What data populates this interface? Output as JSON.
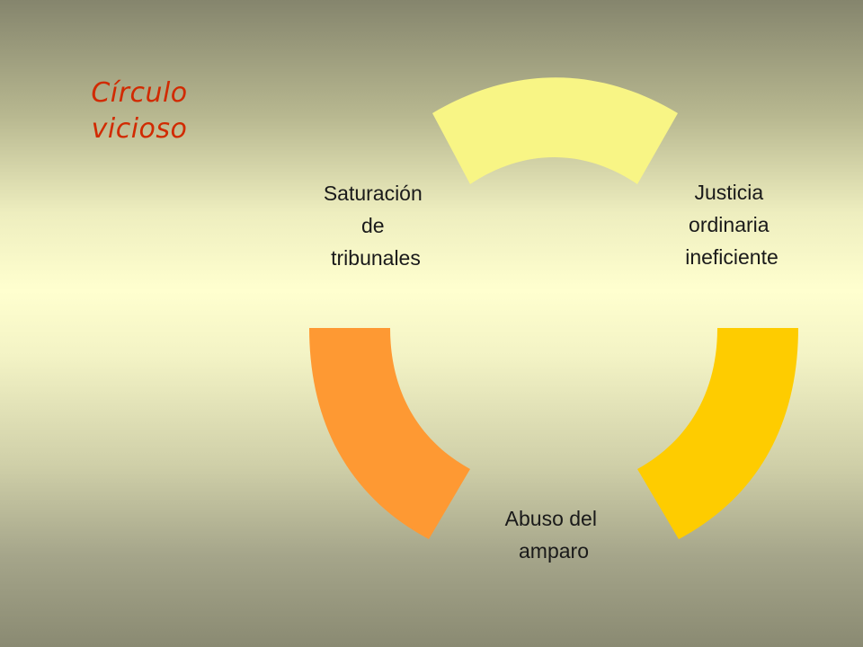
{
  "title": {
    "line1": "Círculo",
    "line2": "vicioso",
    "color": "#d12a00"
  },
  "cycle": [
    {
      "label_lines": [],
      "color": "#f8f585"
    },
    {
      "label_lines": [
        "Justicia",
        "ordinaria",
        "ineficiente"
      ],
      "color": "#fecc00"
    },
    {
      "label_lines": [
        "Abuso del",
        "amparo"
      ],
      "color": "#fe9933"
    },
    {
      "label_lines": [
        "Saturación",
        "de",
        "tribunales"
      ],
      "color": "#fe9933"
    }
  ]
}
